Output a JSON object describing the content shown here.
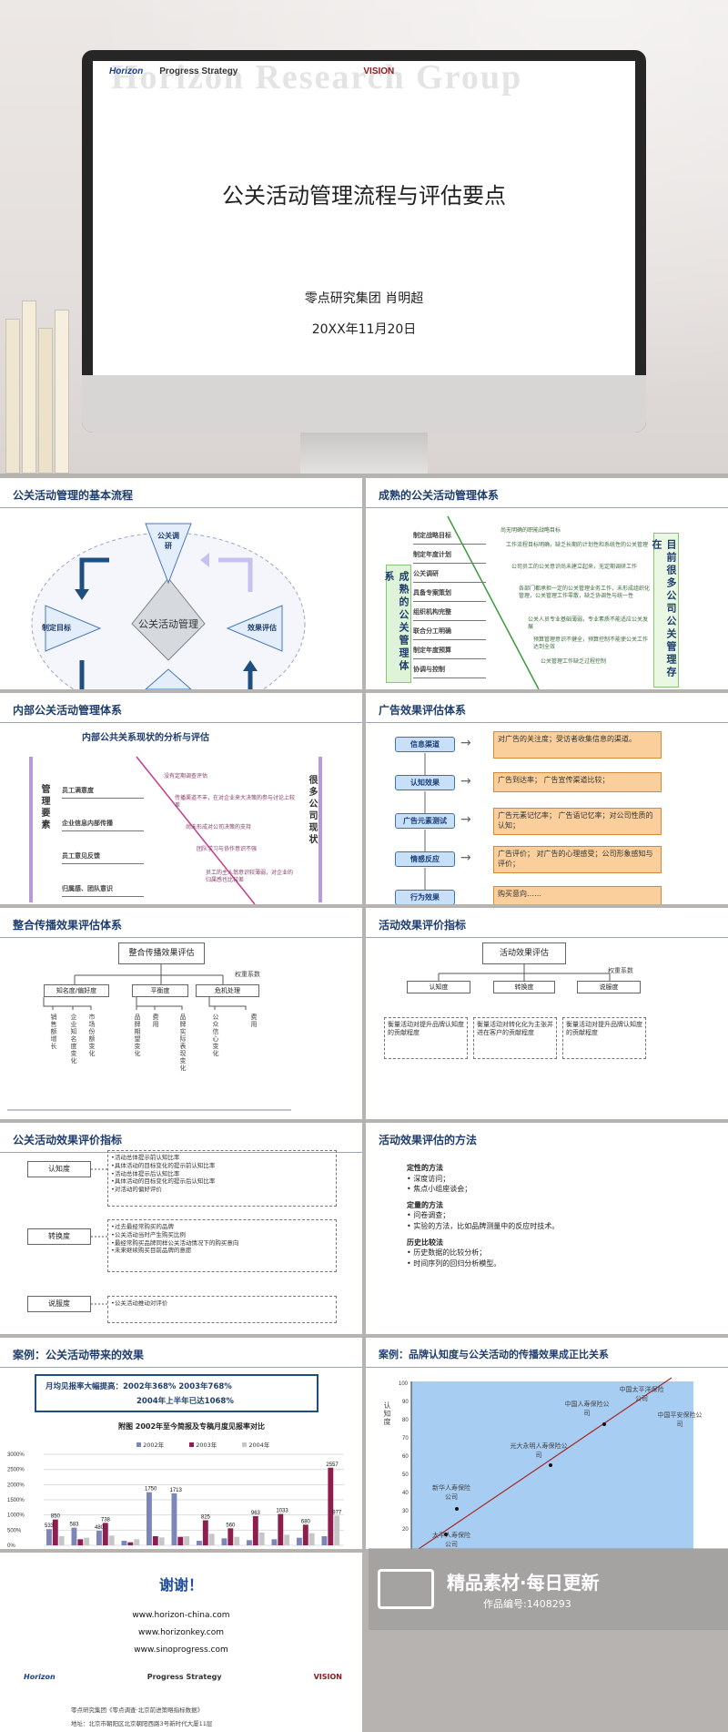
{
  "cover": {
    "title": "公关活动管理流程与评估要点",
    "author": "零点研究集团   肖明超",
    "date": "20XX年11月20日",
    "logo_progress": "Progress Strategy",
    "logo_horizon": "Horizon",
    "logo_vision": "VISION",
    "watermark": "Horizon Research Group"
  },
  "s1": {
    "title": "公关活动管理的基本流程",
    "center": "公关活动管理",
    "top": "公关调研",
    "left": "制定目标",
    "right": "效果评估"
  },
  "s2": {
    "title": "成熟的公关活动管理体系",
    "left_vertical": "成熟的公关管理体系",
    "right_vertical": "目前很多公司公关管理存在",
    "items": [
      "制定战略目标",
      "制定年度计划",
      "公关调研",
      "具备专案策划",
      "组织机构完整",
      "联合分工明确",
      "制定年度预算",
      "协调与控制"
    ],
    "notes": [
      "尚无明确的职能战略目标",
      "工作流程目标明确，缺乏长期的计划性和系统性的公关管理",
      "公司员工的公关意识尚未建立起来，无定期调研工作",
      "各部门都承担一定的公关管理业务工作，未形成组织化管理，公关管理工作零散，缺乏协调性与统一性",
      "公关人员专业基础薄弱，专业素质不能适应公关发展",
      "预算管理意识不健全，预算控制不能使公关工作达到全效",
      "公关管理工作缺乏过程控制"
    ]
  },
  "s3": {
    "title": "内部公关活动管理体系",
    "heading": "内部公共关系现状的分析与评估",
    "left_vertical": "管理要素",
    "right_vertical": "很多公司现状",
    "items": [
      "员工满意度",
      "企业信息内部传播",
      "员工意见反馈",
      "归属感、团队意识"
    ],
    "notes": [
      "没有定期调查评估",
      "传播渠道不丰，在对企业来大决策的参与讨论上较差",
      "尚未形成对公司决策的支持",
      "团队学习与协作意识不强",
      "员工的主人翁意识较薄弱，对企业的归属感也比较差"
    ]
  },
  "s4": {
    "title": "广告效果评估体系",
    "stages": [
      "信息渠道",
      "认知效果",
      "广告元素测试",
      "情感反应",
      "行为效果"
    ],
    "descs": [
      "对广告的关注度；受访者收集信息的渠道。",
      "广告到达率；   广告宣传渠道比较；",
      "广告元素记忆率；        广告语记忆率；对公司性质的认知；",
      "广告评价；        对广告的心理感受；公司形象感知与评价；",
      "购买意向……"
    ]
  },
  "s5": {
    "title": "整合传播效果评估体系",
    "root": "整合传播效果评估",
    "weight": "权重系数",
    "groups": [
      "知名度/偏好度",
      "平衡度",
      "危机处理"
    ],
    "leaves": [
      "销售额增长",
      "企业知名度变化",
      "市场份额变化",
      "品牌期望变化",
      "费用",
      "品牌实际表现变化",
      "公众信心变化",
      "费用"
    ]
  },
  "s6": {
    "title": "活动效果评价指标",
    "root": "活动效果评估",
    "weight": "权重系数",
    "groups": [
      "认知度",
      "转换度",
      "说服度"
    ],
    "descs": [
      "衡量活动对提升品牌认知度的贡献程度",
      "衡量活动对转化化为主张并进在客户的贡献程度",
      "衡量活动对提升品牌认知度的贡献程度"
    ]
  },
  "s7": {
    "title": "公关活动效果评价指标",
    "labels": [
      "认知度",
      "转换度",
      "说服度"
    ],
    "box1": [
      "•活动总体提示前认知比率",
      "•具体活动的目标变化的提示前认知比率",
      "•活动总体提示后认知比率",
      "•具体活动的目标变化的提示后认知比率",
      "•对活动的偏好评价"
    ],
    "box2": [
      "•过去最经常购买的品牌",
      "•公关活动当时产生购买比例",
      "•最经常购买品牌同样公关活动情况下的购买意向",
      "•未来继续购买目前品牌的意愿"
    ],
    "box3": [
      "•公关活动推动对评价"
    ]
  },
  "s8": {
    "title": "活动效果评估的方法",
    "groups": [
      {
        "head": "定性的方法",
        "items": [
          "深度访问；",
          "焦点小组座谈会；"
        ]
      },
      {
        "head": "定量的方法",
        "items": [
          "问卷调查；",
          "实验的方法，比如品牌测量中的反应时技术。"
        ]
      },
      {
        "head": "历史比较法",
        "items": [
          "历史数据的比较分析；",
          "时间序列的回归分析模型。"
        ]
      }
    ]
  },
  "s9": {
    "title": "案例：公关活动带来的效果",
    "highlight1": "月均见报率大幅提高：2002年368%    2003年768%",
    "highlight2": "2004年上半年已达1068%",
    "chart_title": "附图  2002年至今简报及专稿月度见报率对比",
    "legend": [
      "2002年",
      "2003年",
      "2004年"
    ]
  },
  "s10": {
    "title": "案例：品牌认知度与公关活动的传播效果成正比关系",
    "ylabel": "认知度",
    "points": [
      "中国人寿保险公司",
      "中国太平洋保险公司",
      "中国平安保险公司",
      "光大永明人寿保险公司",
      "新华人寿保险公司",
      "太平人寿保险公司"
    ]
  },
  "s11": {
    "thanks": "谢谢！",
    "urls": [
      "www.horizon-china.com",
      "www.horizonkey.com",
      "www.sinoprogress.com"
    ],
    "footer1": "零点研究集团《零点调查·北京前进策略指标数据》",
    "footer2": "地址：北京市朝阳区北京朝阳西路3号新时代大厦11层"
  },
  "stamp": {
    "brand": "精品素材·每日更新",
    "code": "作品编号:1408293"
  },
  "chart_data": {
    "type": "bar",
    "title": "附图  2002年至今简报及专稿月度见报率对比",
    "ylim": [
      0,
      3000
    ],
    "yticks": [
      "0%",
      "500%",
      "1000%",
      "1500%",
      "2000%",
      "2500%",
      "3000%"
    ],
    "series": [
      {
        "name": "2002年",
        "values": [
          533,
          583,
          480,
          150,
          1750,
          1713,
          150,
          230,
          170,
          200,
          250,
          300
        ]
      },
      {
        "name": "2003年",
        "values": [
          850,
          200,
          738,
          100,
          300,
          280,
          825,
          560,
          963,
          1033,
          680,
          2557
        ]
      },
      {
        "name": "2004年",
        "values": [
          300,
          250,
          320,
          200,
          260,
          300,
          380,
          280,
          420,
          350,
          400,
          977
        ]
      }
    ],
    "labels": [
      "533",
      "583",
      "850",
      "480",
      "738",
      "1750",
      "1713",
      "825",
      "560",
      "963",
      "1033",
      "680",
      "2557",
      "977"
    ]
  }
}
